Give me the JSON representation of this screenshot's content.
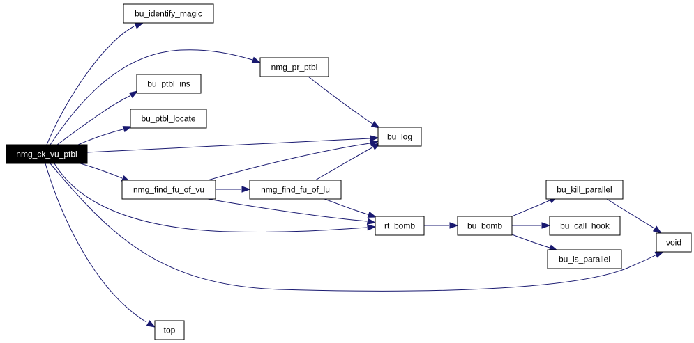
{
  "diagram": {
    "colors": {
      "edge": "#191970",
      "node_border": "#000000",
      "node_fill": "#ffffff",
      "root_fill": "#000000",
      "root_text": "#ffffff"
    },
    "nodes": [
      {
        "id": "nmg_ck_vu_ptbl",
        "label": "nmg_ck_vu_ptbl",
        "root": true
      },
      {
        "id": "bu_identify_magic",
        "label": "bu_identify_magic"
      },
      {
        "id": "nmg_pr_ptbl",
        "label": "nmg_pr_ptbl"
      },
      {
        "id": "bu_ptbl_ins",
        "label": "bu_ptbl_ins"
      },
      {
        "id": "bu_ptbl_locate",
        "label": "bu_ptbl_locate"
      },
      {
        "id": "bu_log",
        "label": "bu_log"
      },
      {
        "id": "nmg_find_fu_of_vu",
        "label": "nmg_find_fu_of_vu"
      },
      {
        "id": "nmg_find_fu_of_lu",
        "label": "nmg_find_fu_of_lu"
      },
      {
        "id": "rt_bomb",
        "label": "rt_bomb"
      },
      {
        "id": "bu_bomb",
        "label": "bu_bomb"
      },
      {
        "id": "bu_kill_parallel",
        "label": "bu_kill_parallel"
      },
      {
        "id": "bu_call_hook",
        "label": "bu_call_hook"
      },
      {
        "id": "bu_is_parallel",
        "label": "bu_is_parallel"
      },
      {
        "id": "void",
        "label": "void"
      },
      {
        "id": "top",
        "label": "top"
      }
    ],
    "edges": [
      {
        "from": "nmg_ck_vu_ptbl",
        "to": "bu_identify_magic"
      },
      {
        "from": "nmg_ck_vu_ptbl",
        "to": "nmg_pr_ptbl"
      },
      {
        "from": "nmg_ck_vu_ptbl",
        "to": "bu_ptbl_ins"
      },
      {
        "from": "nmg_ck_vu_ptbl",
        "to": "bu_ptbl_locate"
      },
      {
        "from": "nmg_ck_vu_ptbl",
        "to": "bu_log"
      },
      {
        "from": "nmg_ck_vu_ptbl",
        "to": "nmg_find_fu_of_vu"
      },
      {
        "from": "nmg_ck_vu_ptbl",
        "to": "rt_bomb"
      },
      {
        "from": "nmg_ck_vu_ptbl",
        "to": "void"
      },
      {
        "from": "nmg_ck_vu_ptbl",
        "to": "top"
      },
      {
        "from": "nmg_pr_ptbl",
        "to": "bu_log"
      },
      {
        "from": "nmg_find_fu_of_vu",
        "to": "bu_log"
      },
      {
        "from": "nmg_find_fu_of_vu",
        "to": "nmg_find_fu_of_lu"
      },
      {
        "from": "nmg_find_fu_of_vu",
        "to": "rt_bomb"
      },
      {
        "from": "nmg_find_fu_of_lu",
        "to": "bu_log"
      },
      {
        "from": "nmg_find_fu_of_lu",
        "to": "rt_bomb"
      },
      {
        "from": "rt_bomb",
        "to": "bu_bomb"
      },
      {
        "from": "bu_bomb",
        "to": "bu_kill_parallel"
      },
      {
        "from": "bu_bomb",
        "to": "bu_call_hook"
      },
      {
        "from": "bu_bomb",
        "to": "bu_is_parallel"
      },
      {
        "from": "bu_kill_parallel",
        "to": "void"
      }
    ]
  }
}
